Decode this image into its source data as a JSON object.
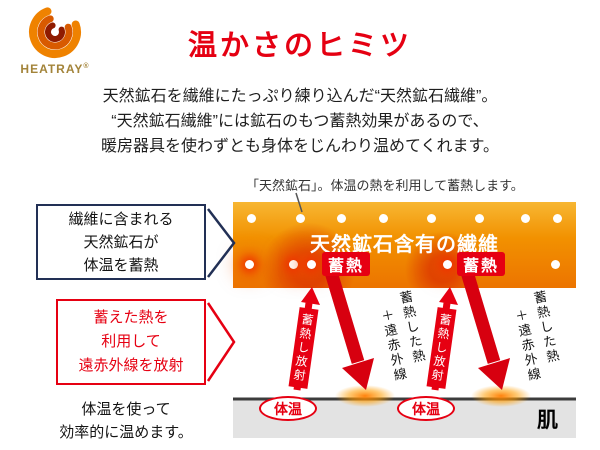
{
  "logo": {
    "brand": "HEATRAY",
    "registered": "®"
  },
  "title": "温かさのヒミツ",
  "intro": {
    "line1": "天然鉱石を繊維にたっぷり練り込んだ“天然鉱石繊維”。",
    "line2": "“天然鉱石繊維”には鉱石のもつ蓄熱効果があるので、",
    "line3": "暖房器具を使わずとも身体をじんわり温めてくれます。"
  },
  "diagram": {
    "caption": "「天然鉱石」。体温の熱を利用して蓄熱します。",
    "fiber_band_label": "天然鉱石含有の繊維",
    "heat_badge": "蓄熱",
    "up_arrow_label": "蓄熱し放射",
    "down_arrow_label_right": "蓄熱した熱",
    "down_arrow_label_left": "＋遠赤外線",
    "body_temp_label": "体温",
    "skin_label": "肌",
    "box_store": {
      "line1": "繊維に含まれる",
      "line2": "天然鉱石が",
      "line3": "体温を蓄熱"
    },
    "box_radiate": {
      "line1": "蓄えた熱を",
      "line2": "利用して",
      "line3": "遠赤外線を放射"
    },
    "footnote": {
      "line1": "体温を使って",
      "line2": "効率的に温めます。"
    }
  },
  "colors": {
    "accent_red": "#e60012",
    "band_orange_top": "#f7b733",
    "band_orange_bottom": "#ec7400",
    "navy": "#223055",
    "skin_gray": "#e3e3e3"
  }
}
